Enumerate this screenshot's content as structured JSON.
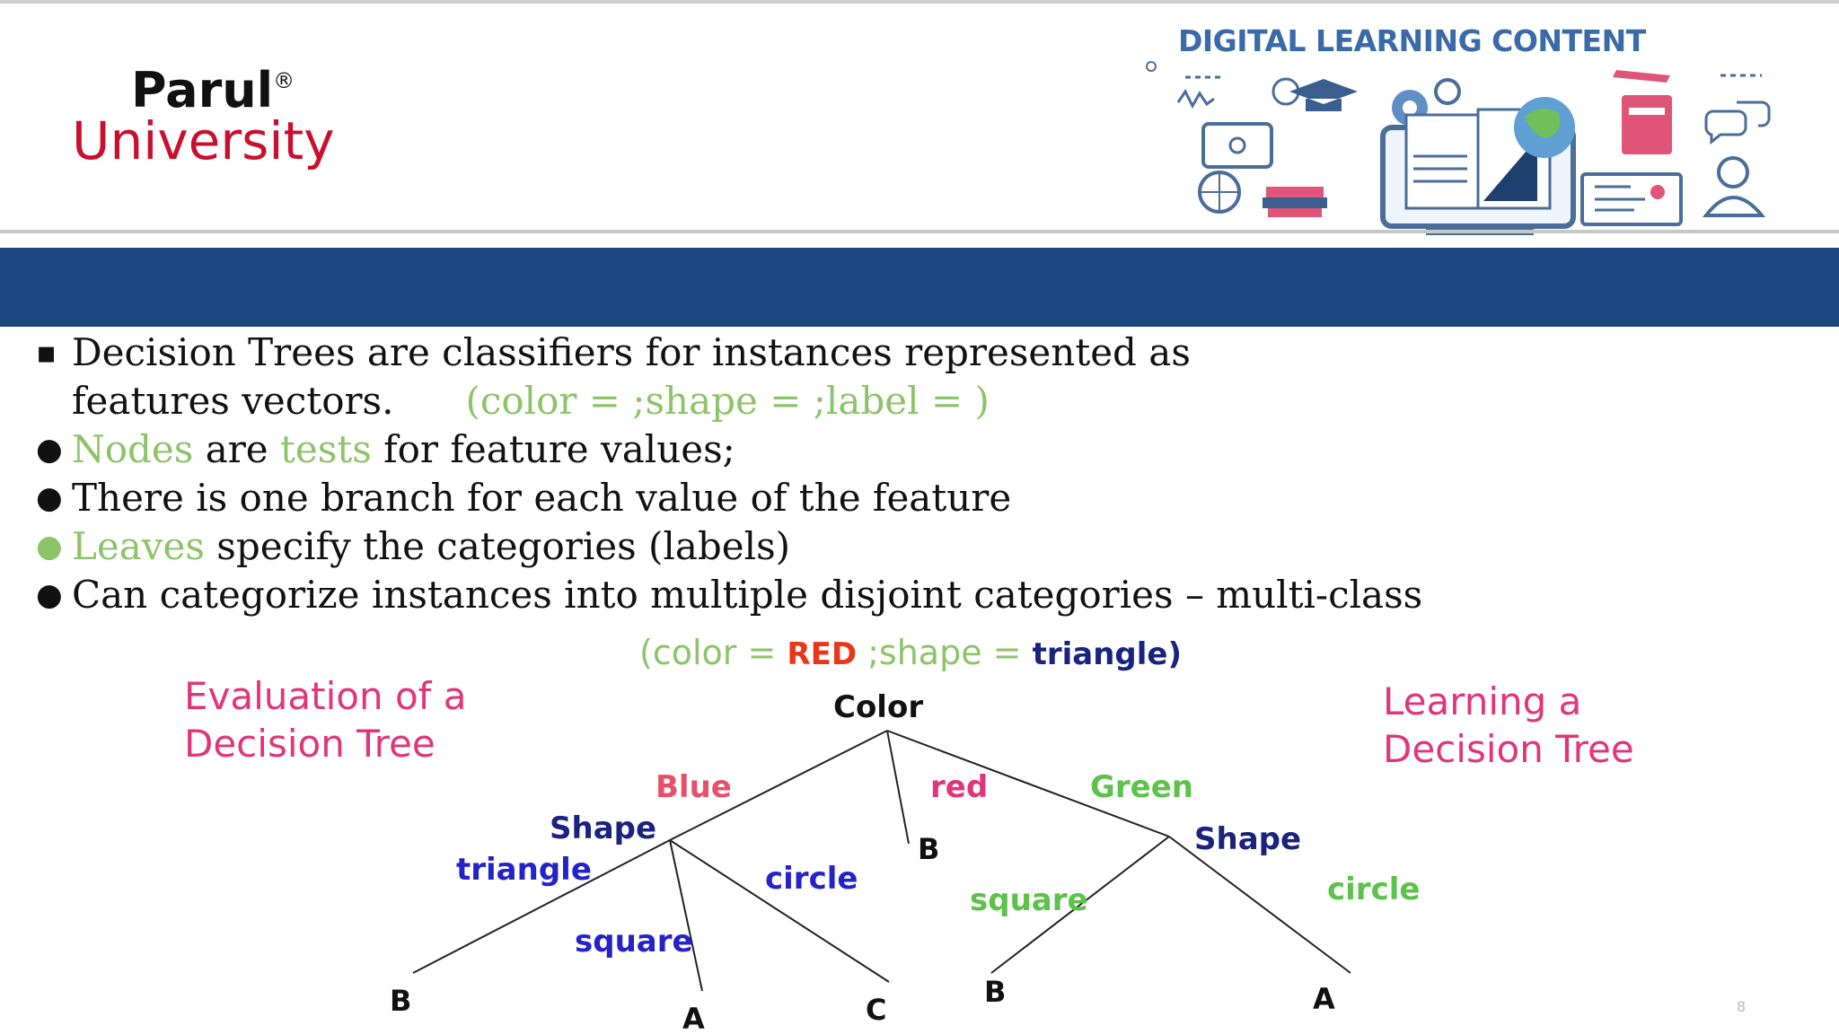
{
  "header": {
    "logo_name": "Parul",
    "logo_reg": "®",
    "logo_sub": "University",
    "banner_title": "DIGITAL LEARNING CONTENT"
  },
  "bullets": [
    {
      "marker": "▪",
      "parts": [
        {
          "text": "Decision Trees are classifiers for instances represented as",
          "color": "#111111"
        }
      ]
    },
    {
      "marker": "",
      "parts": [
        {
          "text": "features vectors.",
          "color": "#111111"
        },
        {
          "text": "(color =  ;shape =  ;label =  )",
          "color": "#8cc46a"
        }
      ]
    },
    {
      "marker": "●",
      "parts": [
        {
          "text": "Nodes",
          "color": "#8cc46a"
        },
        {
          "text": " are ",
          "color": "#111111"
        },
        {
          "text": "tests",
          "color": "#8cc46a"
        },
        {
          "text": " for feature values;",
          "color": "#111111"
        }
      ]
    },
    {
      "marker": "●",
      "parts": [
        {
          "text": "There is one branch for each value of the feature",
          "color": "#111111"
        }
      ]
    },
    {
      "marker": "●",
      "parts": [
        {
          "text": "Leaves",
          "color": "#8cc46a"
        },
        {
          "text": " specify the categories (labels)",
          "color": "#111111"
        }
      ]
    },
    {
      "marker": "●",
      "parts": [
        {
          "text": "Can categorize instances into multiple disjoint categories – multi-class",
          "color": "#111111"
        }
      ]
    }
  ],
  "diagram": {
    "instance": {
      "p1": "(color = ",
      "p2": "RED",
      "p3": " ;shape = ",
      "p4": "triangle)"
    },
    "left_caption": [
      "Evaluation of a",
      "Decision Tree"
    ],
    "right_caption": [
      "Learning a",
      "Decision Tree"
    ],
    "nodes": {
      "root": "Color",
      "shape_left": "Shape",
      "shape_right": "Shape",
      "leaf_b_mid": "B",
      "leaf_b1": "B",
      "leaf_a1": "A",
      "leaf_c": "C",
      "leaf_b2": "B",
      "leaf_a2": "A"
    },
    "edges": {
      "blue": "Blue",
      "red": "red",
      "green": "Green",
      "triangle": "triangle",
      "square_left": "square",
      "circle_left": "circle",
      "square_right": "square",
      "circle_right": "circle"
    }
  },
  "colors": {
    "band": "#1c4780",
    "green": "#8cc46a",
    "pink": "#e0357a",
    "navy": "#1a237e",
    "blue": "#2323c8",
    "red": "#e8361b"
  },
  "page_number": "8"
}
